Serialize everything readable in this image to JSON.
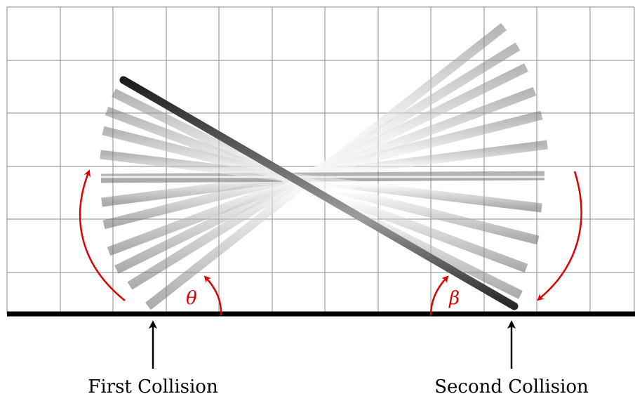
{
  "labels": {
    "first_collision": "First Collision",
    "second_collision": "Second Collision",
    "theta": "θ",
    "beta": "β"
  },
  "colors": {
    "grid": "#8a8a8a",
    "ground": "#000000",
    "arrow": "#e00000",
    "rod_light": "#f2f2f2",
    "rod_dark": "#3a3a3a"
  },
  "description_icons": [
    "ground-line",
    "rod-sweep",
    "rotation-arrow"
  ]
}
